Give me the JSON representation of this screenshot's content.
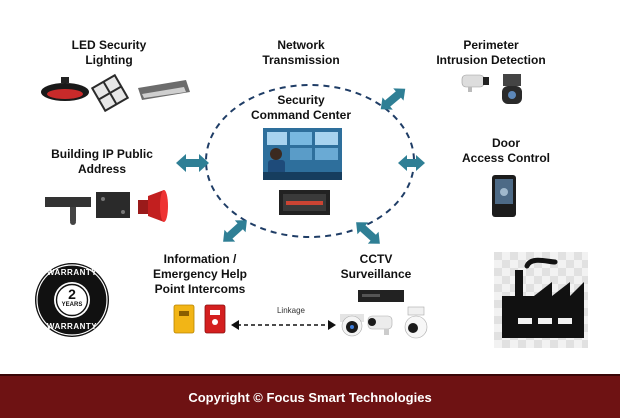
{
  "labels": {
    "led": [
      "LED Security",
      "Lighting"
    ],
    "network": [
      "Network",
      "Transmission"
    ],
    "perimeter": [
      "Perimeter",
      "Intrusion Detection"
    ],
    "command": [
      "Security",
      "Command Center"
    ],
    "building": [
      "Building IP Public",
      "Address"
    ],
    "door": [
      "Door",
      "Access Control"
    ],
    "info": [
      "Information /",
      "Emergency Help",
      "Point Intercoms"
    ],
    "cctv": [
      "CCTV",
      "Surveillance"
    ]
  },
  "linkage": "Linkage",
  "badge": {
    "top": "WARRANTY",
    "number": "2",
    "unit": "YEARS",
    "bottom": "WARRANTY"
  },
  "footer": "Copyright © Focus Smart Technologies",
  "colors": {
    "arrow": "#2f7f95",
    "footer": "#6e1213",
    "circle": "#1f3d66"
  }
}
